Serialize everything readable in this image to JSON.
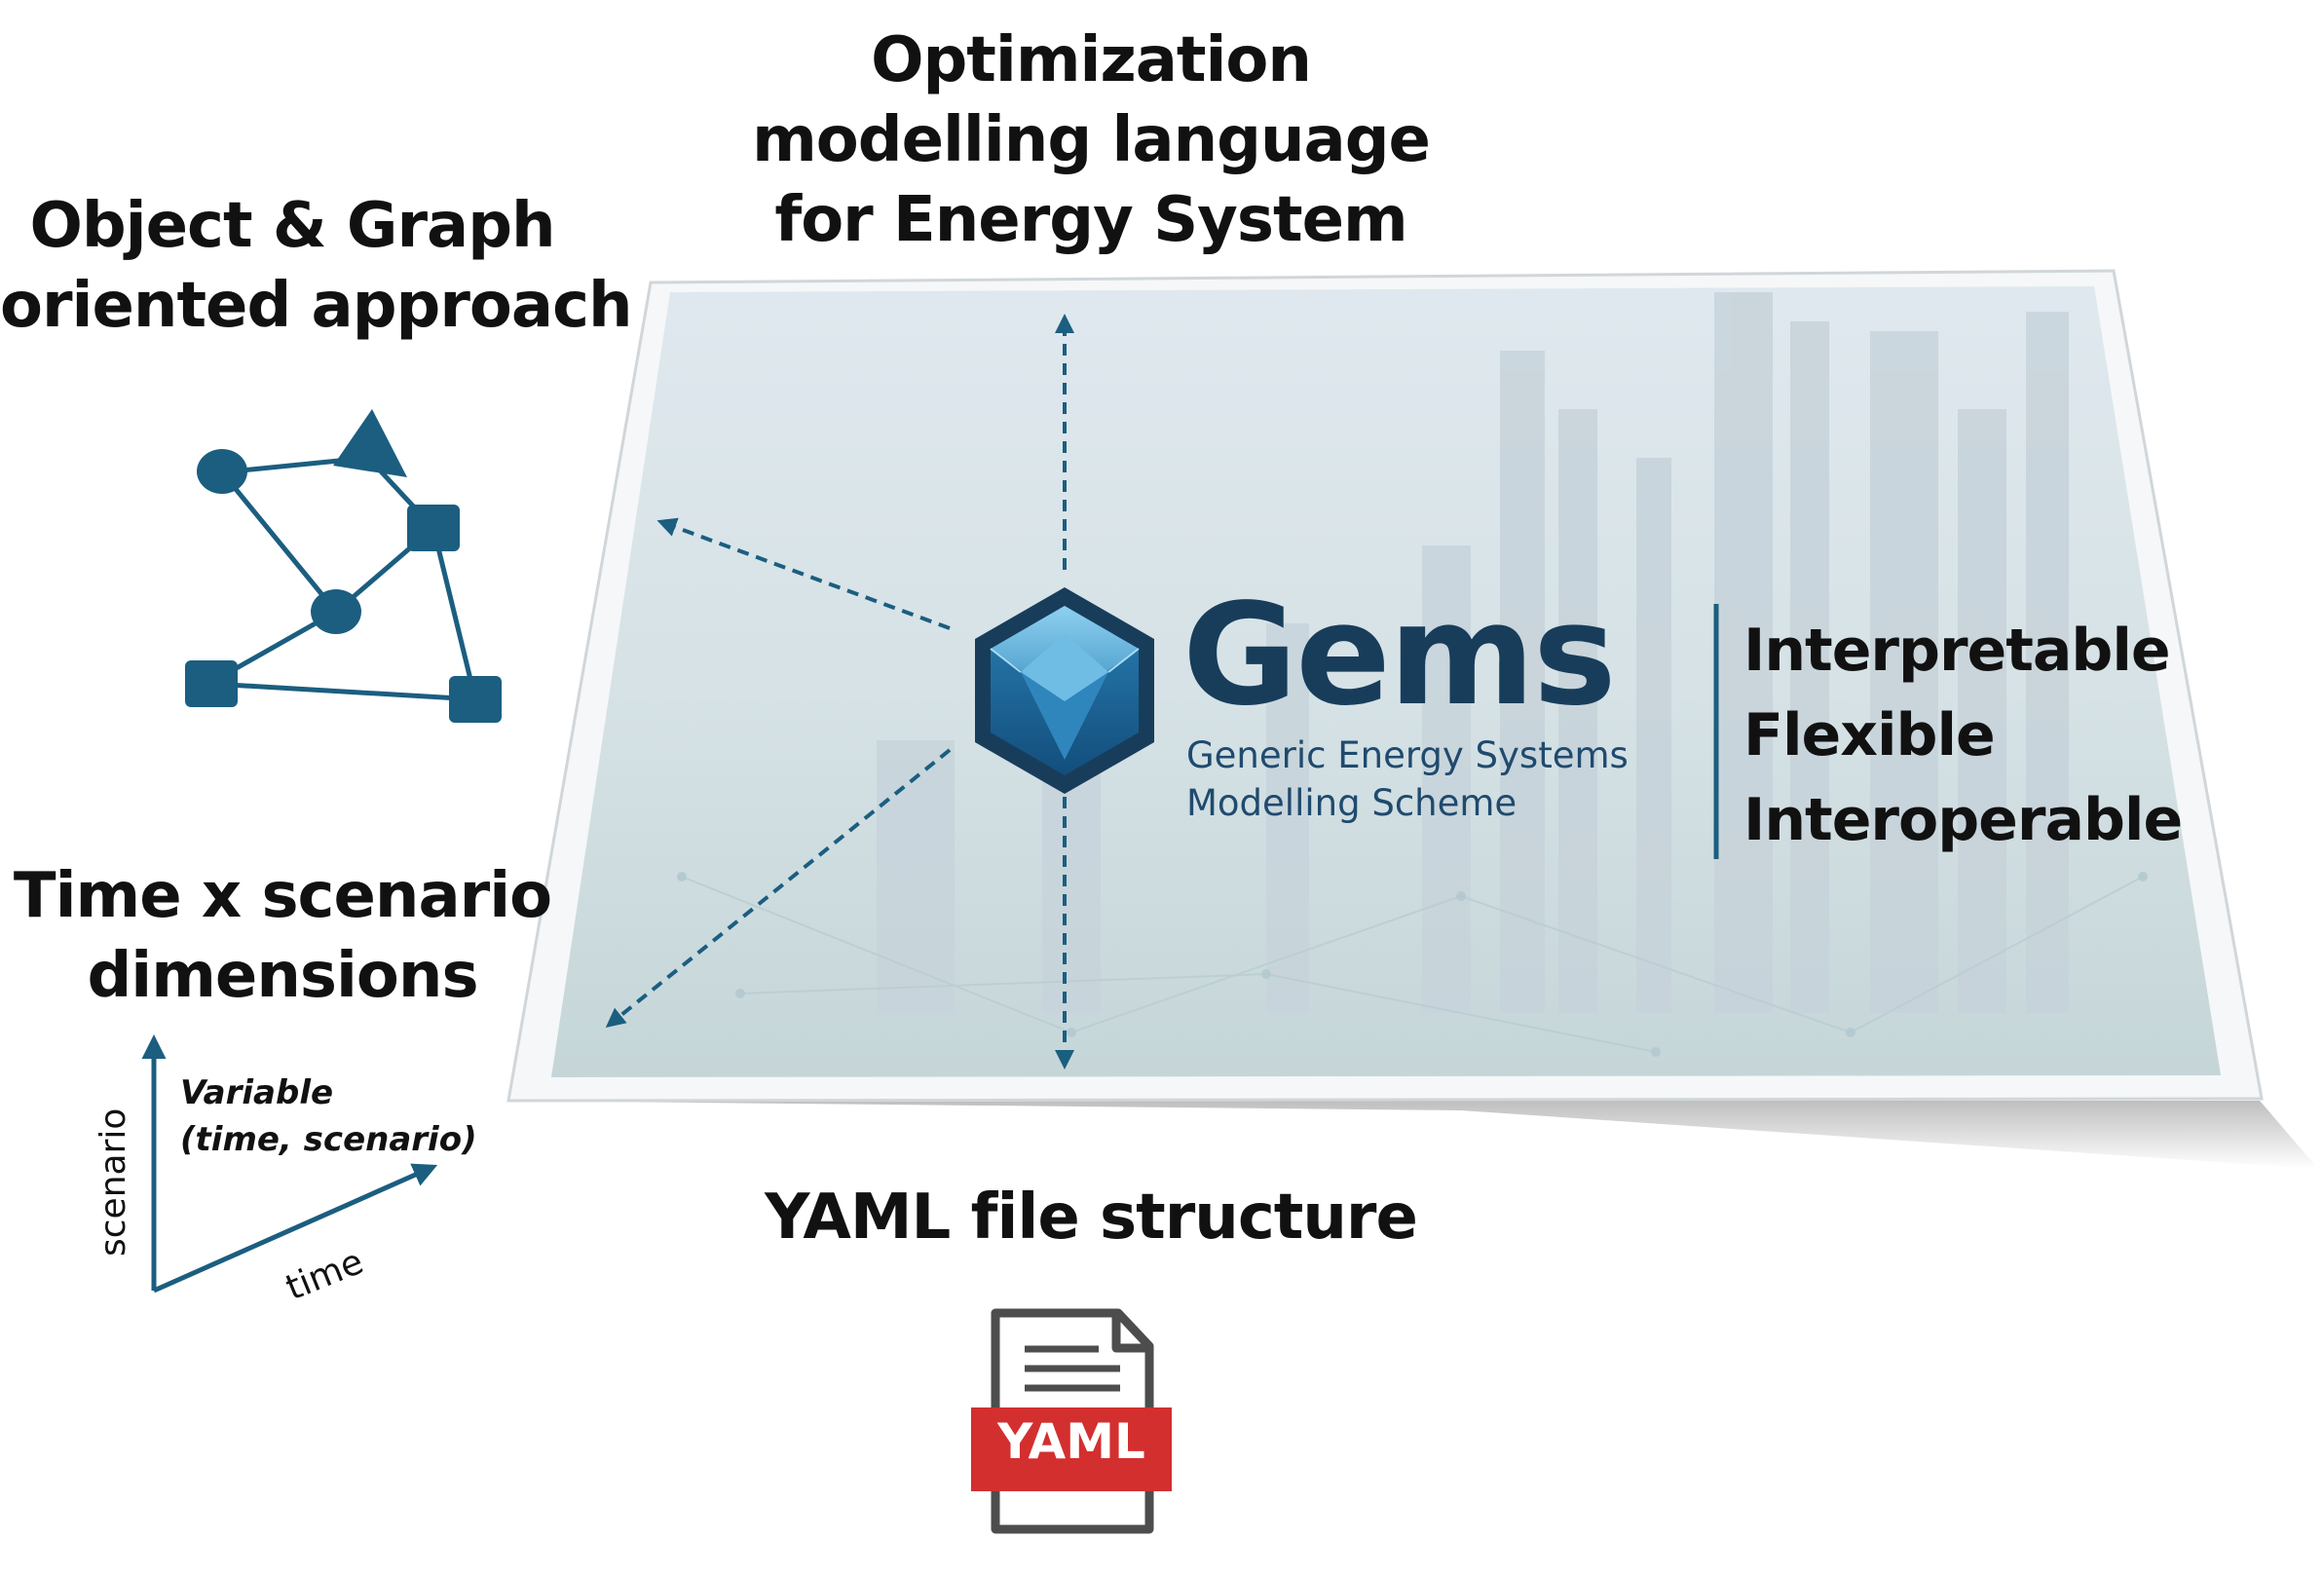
{
  "headings": {
    "modelling_language": [
      "Optimization",
      "modelling language",
      "for Energy System"
    ],
    "object_graph": [
      "Object & Graph",
      "oriented approach"
    ],
    "time_scenario": [
      "Time x scenario",
      "dimensions"
    ],
    "yaml_structure": "YAML file structure"
  },
  "logo": {
    "title": "Gems",
    "subtitle": [
      "Generic Energy Systems",
      "Modelling Scheme"
    ],
    "icon": "hexagon-gem-icon"
  },
  "qualities": [
    "Interpretable",
    "Flexible",
    "Interoperable"
  ],
  "time_scenario_axes": {
    "y_axis_label": "scenario",
    "x_axis_label": "time",
    "variable_label": [
      "Variable",
      "(time, scenario)"
    ]
  },
  "graph_icon": {
    "name": "object-graph-icon",
    "node_shapes": [
      "circle",
      "triangle",
      "square"
    ]
  },
  "yaml_file_icon": {
    "name": "yaml-file-icon",
    "badge": "YAML"
  },
  "colors": {
    "accent_blue": "#1b5e80",
    "logo_dark": "#183d5b",
    "yaml_red": "#d32f2f",
    "text": "#111111"
  }
}
